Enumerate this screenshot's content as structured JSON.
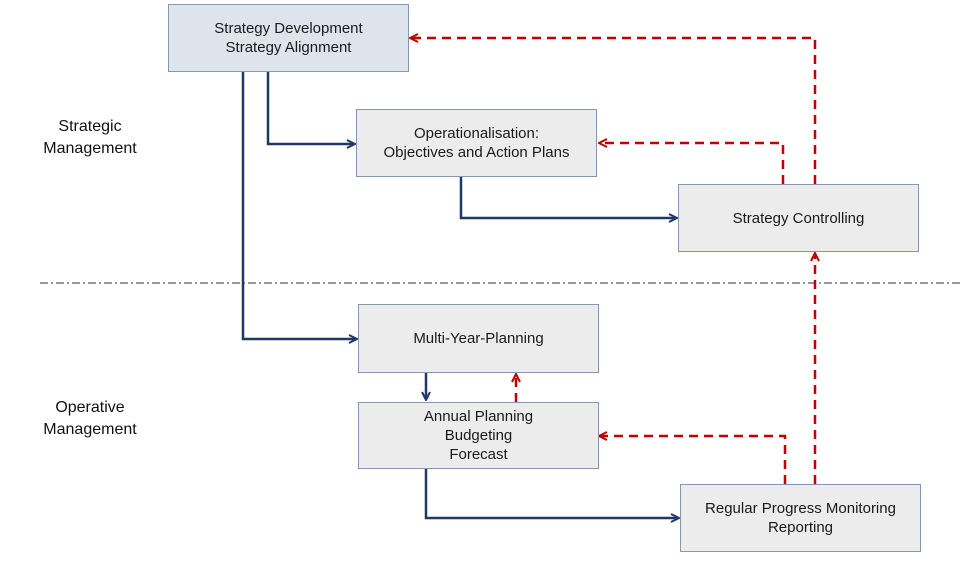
{
  "labels": {
    "strategic": [
      "Strategic",
      "Management"
    ],
    "operative": [
      "Operative",
      "Management"
    ]
  },
  "boxes": {
    "strategy": [
      "Strategy Development",
      "Strategy Alignment"
    ],
    "operationalisation": [
      "Operationalisation:",
      "Objectives and Action Plans"
    ],
    "controlling": [
      "Strategy Controlling"
    ],
    "multiyear": [
      "Multi-Year-Planning"
    ],
    "annual": [
      "Annual Planning",
      "Budgeting",
      "Forecast"
    ],
    "monitoring": [
      "Regular Progress Monitoring",
      "Reporting"
    ]
  },
  "colors": {
    "solid_arrow": "#1f3864",
    "dashed_arrow": "#c00000",
    "box_fill_top": "#dde4ec",
    "box_fill": "#ececec",
    "box_border": "#8497b0"
  }
}
